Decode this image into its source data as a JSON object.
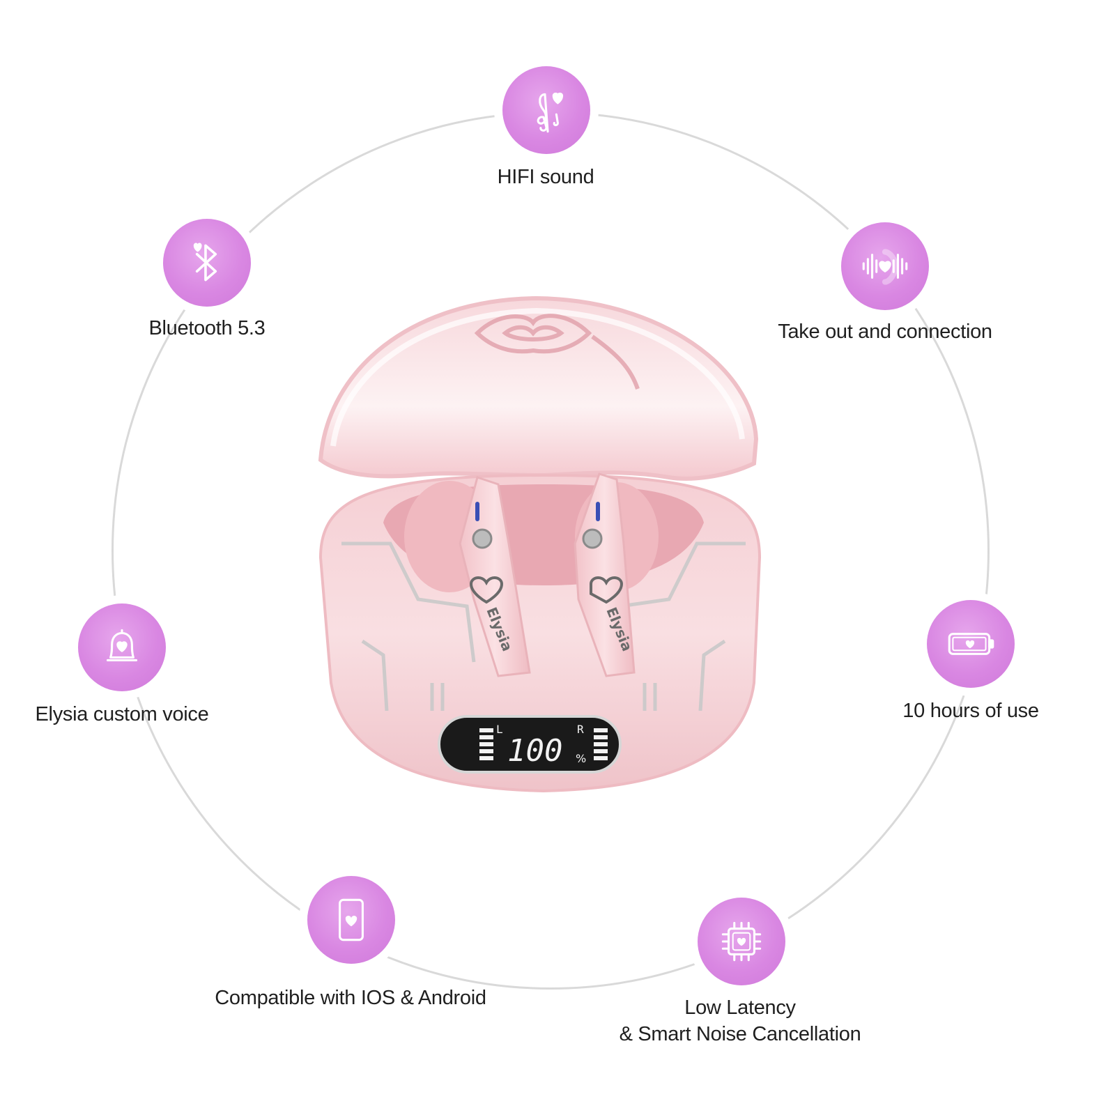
{
  "features": [
    {
      "id": "hifi",
      "icon": "music-note-heart-icon",
      "label_lines": [
        "HIFI sound"
      ]
    },
    {
      "id": "bluetooth",
      "icon": "bluetooth-heart-icon",
      "label_lines": [
        "Bluetooth 5.3"
      ]
    },
    {
      "id": "connection",
      "icon": "soundwave-heart-icon",
      "label_lines": [
        "Take out and connection"
      ]
    },
    {
      "id": "voice",
      "icon": "bell-heart-icon",
      "label_lines": [
        "Elysia custom voice"
      ]
    },
    {
      "id": "battery",
      "icon": "battery-heart-icon",
      "label_lines": [
        "10 hours of use"
      ]
    },
    {
      "id": "compat",
      "icon": "phone-heart-icon",
      "label_lines": [
        "Compatible with IOS & Android"
      ]
    },
    {
      "id": "latency",
      "icon": "chip-heart-icon",
      "label_lines": [
        "Low Latency",
        "& Smart Noise Cancellation"
      ]
    }
  ],
  "product": {
    "earbud_text": "Elysia",
    "display_value": "100",
    "display_unit": "%",
    "left_marker": "L",
    "right_marker": "R"
  },
  "colors": {
    "badge": "#d987e2",
    "case": "#f6d3d8",
    "ring": "#d9d9d9"
  }
}
